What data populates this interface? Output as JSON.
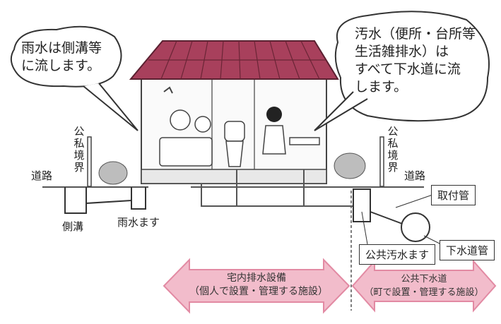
{
  "bubbles": {
    "rain": [
      "雨水は側溝等",
      "に流します。"
    ],
    "sewage": [
      "汚水（便所・台所等",
      "生活雑排水）は",
      "すべて下水道に流",
      "します。"
    ]
  },
  "labels": {
    "road_left": "道路",
    "road_right": "道路",
    "boundary_left": "公私境界",
    "boundary_right": "公私境界",
    "side_ditch": "側溝",
    "rain_basin": "雨水ます",
    "connection_pipe": "取付管",
    "public_basin": "公共汚水ます",
    "sewer_pipe": "下水道管"
  },
  "arrows": {
    "private": {
      "title": "宅内排水設備",
      "sub": "（個人で設置・管理する施設）"
    },
    "public": {
      "title": "公共下水道",
      "sub": "（町で設置・管理する施設）"
    }
  },
  "colors": {
    "roof": "#a8405c",
    "arrow": "#f2bccb",
    "arrow_stroke": "#e28aa3",
    "ground": "#555555",
    "plant": "#bdbdbd"
  }
}
